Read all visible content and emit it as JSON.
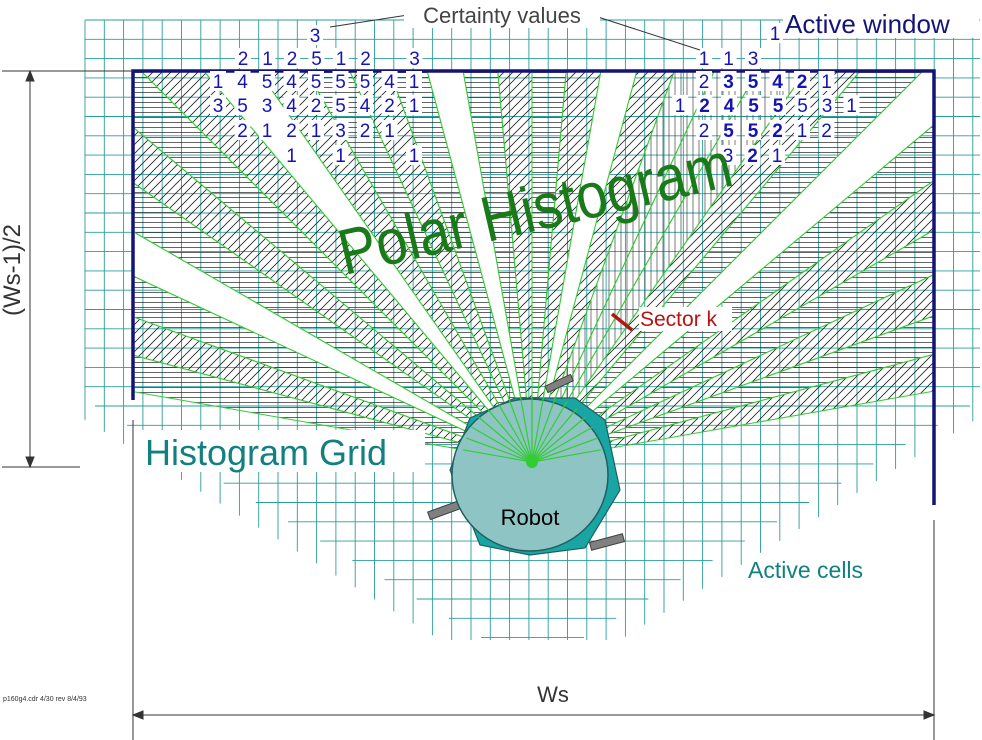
{
  "labels": {
    "certainty_values": "Certainty values",
    "active_window": "Active window",
    "polar_histogram": "Polar Histogram",
    "histogram_grid": "Histogram Grid",
    "sector_k": "Sector k",
    "robot": "Robot",
    "active_cells": "Active cells",
    "ws_half": "(Ws-1)/2",
    "ws": "Ws",
    "file_tag": "p160g4.cdr 4/30 rev 8/4/93"
  },
  "colors": {
    "grid": "#2a9d9d",
    "window": "#141478",
    "sector_lines": "#33cc33",
    "hatch": "#222222",
    "numbers": "#1414b4",
    "title_green": "#1a7a1a",
    "histogram_grid_teal": "#128080",
    "sector_k_red": "#b41414",
    "robot_fill": "#8fc4c4",
    "robot_outline": "#1f5f5f",
    "robot_teal": "#1aa5a5",
    "dimension": "#333333"
  },
  "certainty_values": {
    "top_floating": [
      "3",
      "1"
    ],
    "left_cluster": [
      [
        "2",
        "1",
        "2",
        "5",
        "1",
        "2",
        "",
        "3"
      ],
      [
        "1",
        "4",
        "5",
        "4",
        "5",
        "5",
        "5",
        "4",
        "1"
      ],
      [
        "3",
        "5",
        "3",
        "4",
        "2",
        "5",
        "4",
        "2",
        "1"
      ],
      [
        "",
        "2",
        "1",
        "2",
        "1",
        "3",
        "2",
        "1"
      ],
      [
        "",
        "",
        "",
        "1",
        "",
        "1",
        "",
        "",
        "1"
      ]
    ],
    "right_cluster": [
      [
        "1",
        "1",
        "3"
      ],
      [
        "2",
        "3",
        "5",
        "4",
        "2",
        "1"
      ],
      [
        "1",
        "2",
        "4",
        "5",
        "5",
        "5",
        "3",
        "1"
      ],
      [
        "2",
        "5",
        "5",
        "2",
        "1",
        "2"
      ],
      [
        "3",
        "2",
        "1"
      ]
    ]
  }
}
